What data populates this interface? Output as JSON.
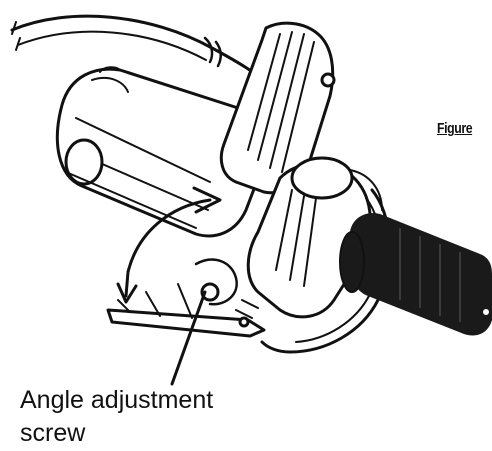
{
  "figure": {
    "label": "Figure",
    "caption_line1": "Angle adjustment",
    "caption_line2": "screw"
  },
  "colors": {
    "ink": "#111111",
    "paper": "#ffffff",
    "grip": "#1a1a1a"
  },
  "icons": [
    "circular-saw-illustration",
    "handle-grip-icon",
    "rotation-arrow-icon",
    "pointer-line-icon"
  ]
}
